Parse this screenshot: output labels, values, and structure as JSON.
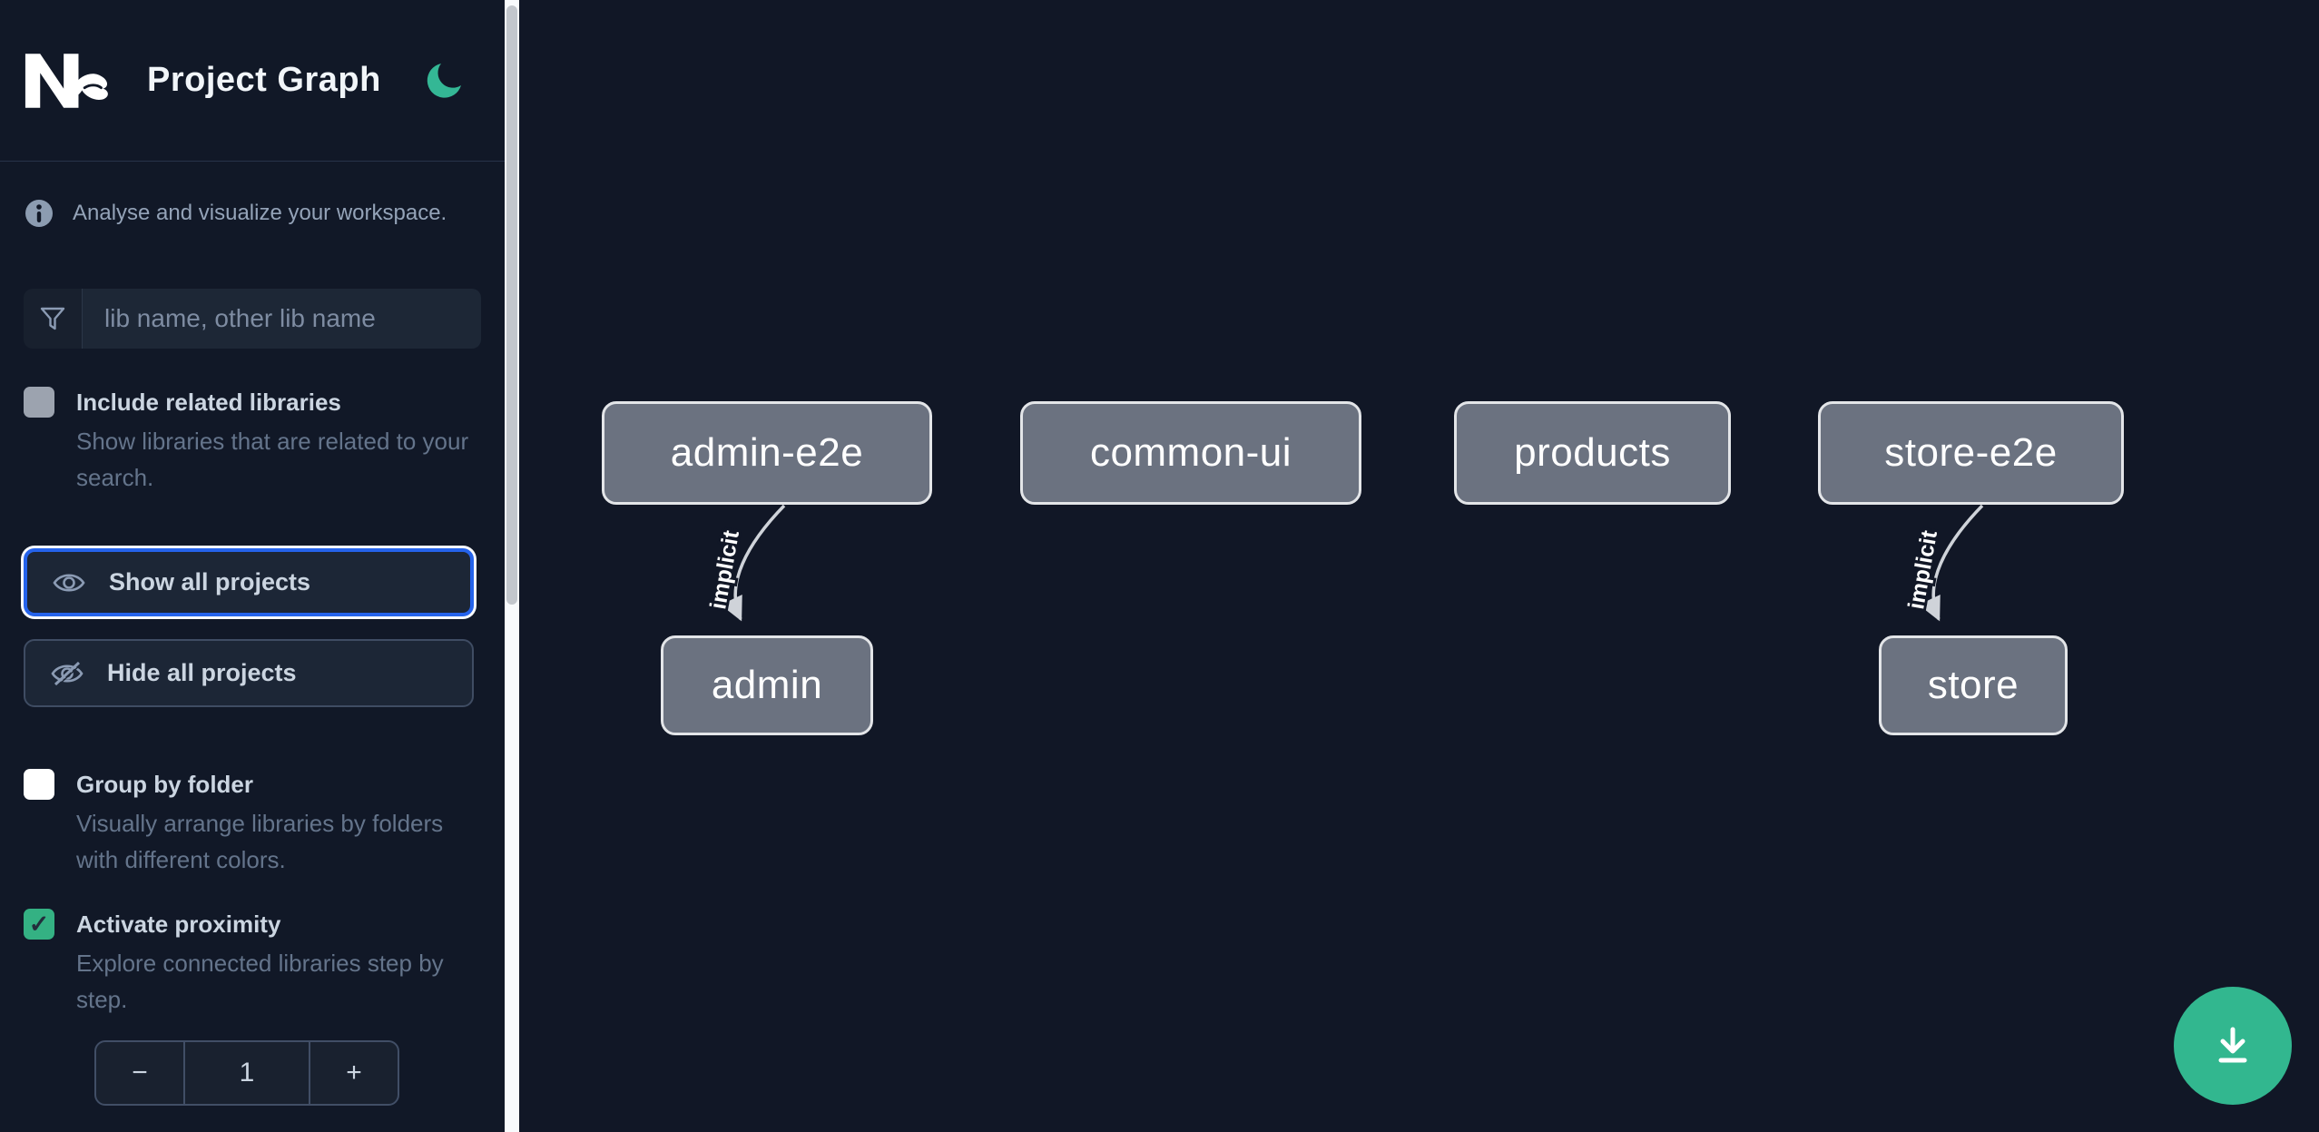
{
  "header": {
    "title": "Project Graph",
    "logo": "nx-logo",
    "theme_icon": "moon-icon"
  },
  "sidebar": {
    "tagline": "Analyse and visualize your workspace.",
    "search": {
      "placeholder": "lib name, other lib name",
      "value": ""
    },
    "options": [
      {
        "label": "Include related libraries",
        "description": "Show libraries that are related to your search.",
        "checked": false,
        "check_glyph": ""
      },
      {
        "label": "Group by folder",
        "description": "Visually arrange libraries by folders with different colors.",
        "checked": false,
        "check_glyph": ""
      },
      {
        "label": "Activate proximity",
        "description": "Explore connected libraries step by step.",
        "checked": true,
        "check_glyph": "✓"
      }
    ],
    "buttons": [
      {
        "label": "Show all projects",
        "icon": "eye-icon",
        "focused": true
      },
      {
        "label": "Hide all projects",
        "icon": "eye-off-icon",
        "focused": false
      }
    ],
    "stepper": {
      "decrement": "−",
      "value": "1",
      "increment": "+"
    }
  },
  "graph": {
    "nodes": [
      {
        "id": "admin-e2e",
        "label": "admin-e2e"
      },
      {
        "id": "common-ui",
        "label": "common-ui"
      },
      {
        "id": "products",
        "label": "products"
      },
      {
        "id": "store-e2e",
        "label": "store-e2e"
      },
      {
        "id": "admin",
        "label": "admin"
      },
      {
        "id": "store",
        "label": "store"
      }
    ],
    "edges": [
      {
        "from": "admin-e2e",
        "to": "admin",
        "type": "implicit",
        "label": "implicit"
      },
      {
        "from": "store-e2e",
        "to": "store",
        "type": "implicit",
        "label": "implicit"
      }
    ]
  },
  "fab": {
    "icon": "download-icon"
  },
  "colors": {
    "sidebar_bg": "#111827",
    "canvas_bg": "#111726",
    "accent_blue": "#2563eb",
    "brand_green": "#34b795",
    "checkbox_green": "#34b183",
    "node_fill": "#6b7280",
    "node_border": "#e3e5e8",
    "edge": "#cfd3d9"
  }
}
